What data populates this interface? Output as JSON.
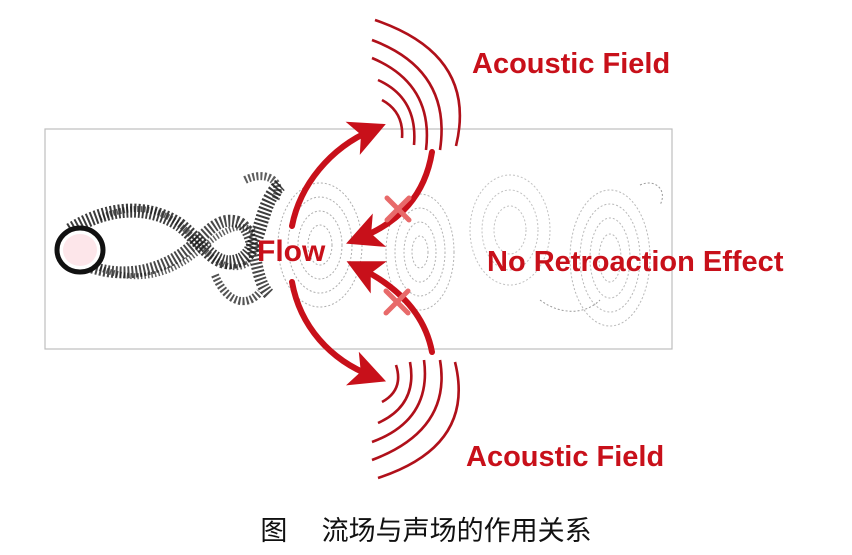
{
  "labels": {
    "acoustic_top": "Acoustic Field",
    "acoustic_bottom": "Acoustic Field",
    "flow": "Flow",
    "no_retroaction": "No Retroaction Effect"
  },
  "caption": "图    流场与声场的作用关系",
  "colors": {
    "accent_red": "#c8101a",
    "x_mark": "#e86a6a",
    "contour": "#9a9a9a",
    "vortex": "#1a1a1a",
    "frame": "#bdbdbd"
  },
  "icons": [
    "red-arrow",
    "x-mark",
    "acoustic-wave-arcs",
    "cylinder",
    "vortex-contours"
  ]
}
